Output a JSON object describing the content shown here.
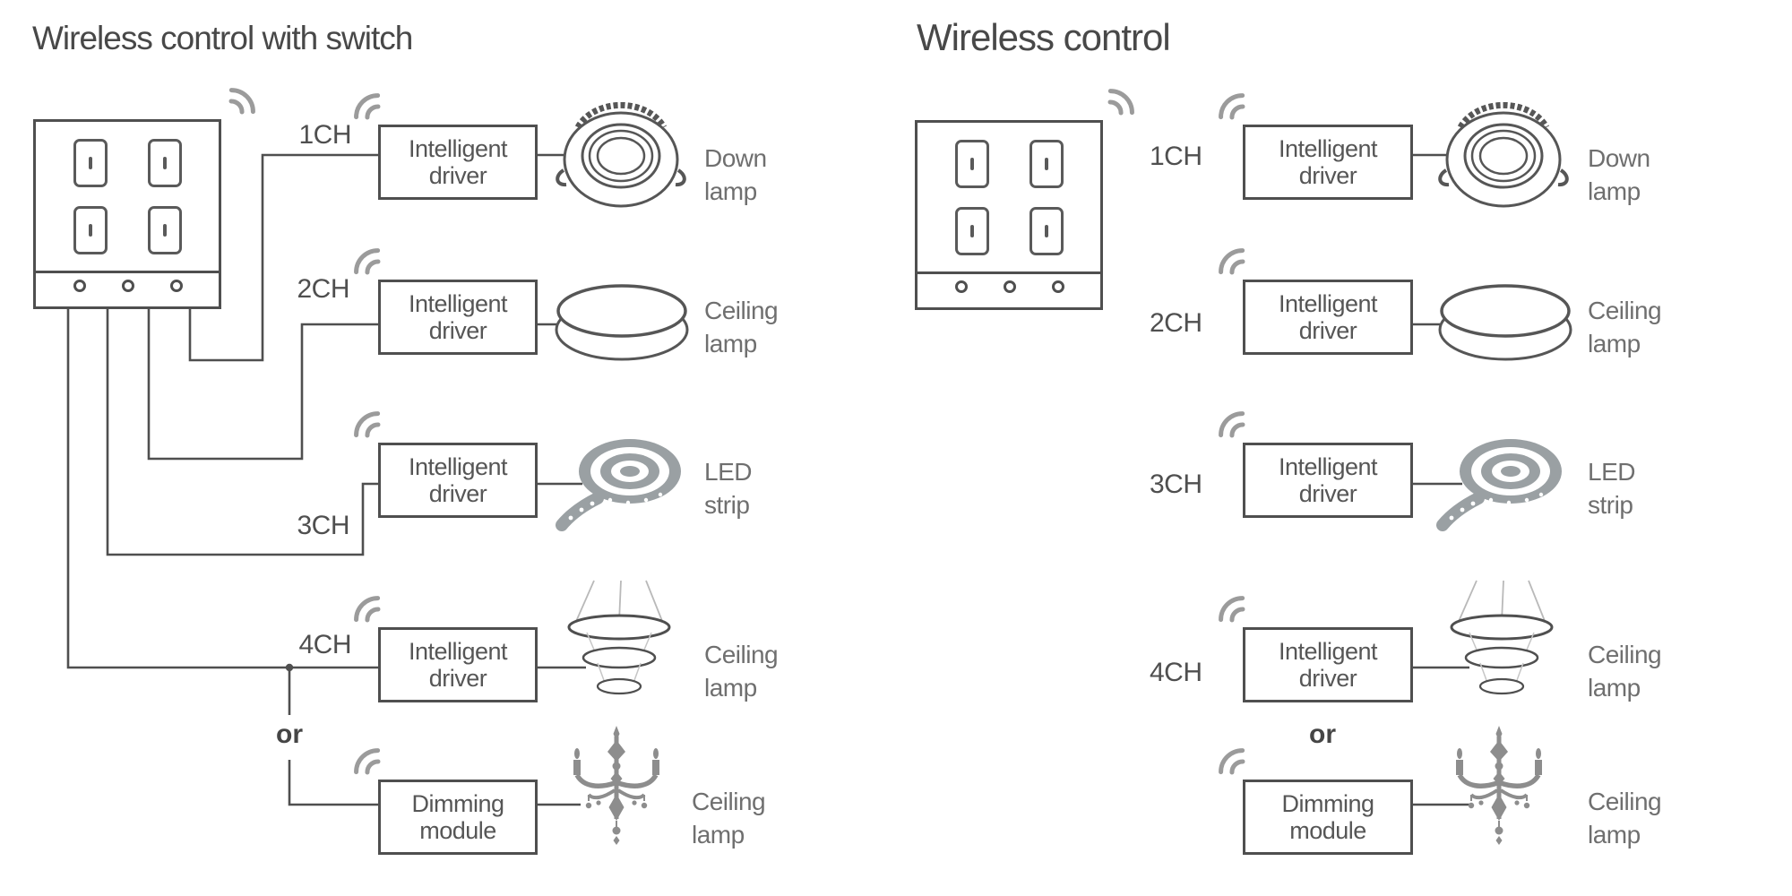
{
  "colors": {
    "line": "#4f4f4f",
    "box_border": "#4f4f4f",
    "title_text": "#484848",
    "box_text": "#565656",
    "lamp_text": "#6f6f6f",
    "signal_arc": "#9b9b9b",
    "icon_gray": "#9aa0a3",
    "chandelier_gray": "#8d8d8d"
  },
  "icons": {
    "signal": "wireless-signal-icon",
    "switch": "wall-switch-panel",
    "down_lamp": "down-lamp-icon",
    "ceiling_lamp": "ceiling-lamp-icon",
    "led_strip": "led-strip-icon",
    "ring_pendant": "ring-pendant-lamp-icon",
    "chandelier": "chandelier-lamp-icon"
  },
  "left_diagram": {
    "title": "Wireless control with switch",
    "or_label": "or",
    "switch": {
      "rocker_buttons": 4,
      "indicator_dots": 3
    },
    "rows": [
      {
        "channel": "1CH",
        "box_line1": "Intelligent",
        "box_line2": "driver",
        "lamp_line1": "Down",
        "lamp_line2": "lamp"
      },
      {
        "channel": "2CH",
        "box_line1": "Intelligent",
        "box_line2": "driver",
        "lamp_line1": "Ceiling",
        "lamp_line2": "lamp"
      },
      {
        "channel": "3CH",
        "box_line1": "Intelligent",
        "box_line2": "driver",
        "lamp_line1": "LED",
        "lamp_line2": "strip"
      },
      {
        "channel": "4CH",
        "box_line1": "Intelligent",
        "box_line2": "driver",
        "lamp_line1": "Ceiling",
        "lamp_line2": "lamp"
      },
      {
        "channel": "",
        "box_line1": "Dimming",
        "box_line2": "module",
        "lamp_line1": "Ceiling",
        "lamp_line2": "lamp"
      }
    ]
  },
  "right_diagram": {
    "title": "Wireless control",
    "or_label": "or",
    "switch": {
      "rocker_buttons": 4,
      "indicator_dots": 3
    },
    "rows": [
      {
        "channel": "1CH",
        "box_line1": "Intelligent",
        "box_line2": "driver",
        "lamp_line1": "Down",
        "lamp_line2": "lamp"
      },
      {
        "channel": "2CH",
        "box_line1": "Intelligent",
        "box_line2": "driver",
        "lamp_line1": "Ceiling",
        "lamp_line2": "lamp"
      },
      {
        "channel": "3CH",
        "box_line1": "Intelligent",
        "box_line2": "driver",
        "lamp_line1": "LED",
        "lamp_line2": "strip"
      },
      {
        "channel": "4CH",
        "box_line1": "Intelligent",
        "box_line2": "driver",
        "lamp_line1": "Ceiling",
        "lamp_line2": "lamp"
      },
      {
        "channel": "",
        "box_line1": "Dimming",
        "box_line2": "module",
        "lamp_line1": "Ceiling",
        "lamp_line2": "lamp"
      }
    ]
  }
}
